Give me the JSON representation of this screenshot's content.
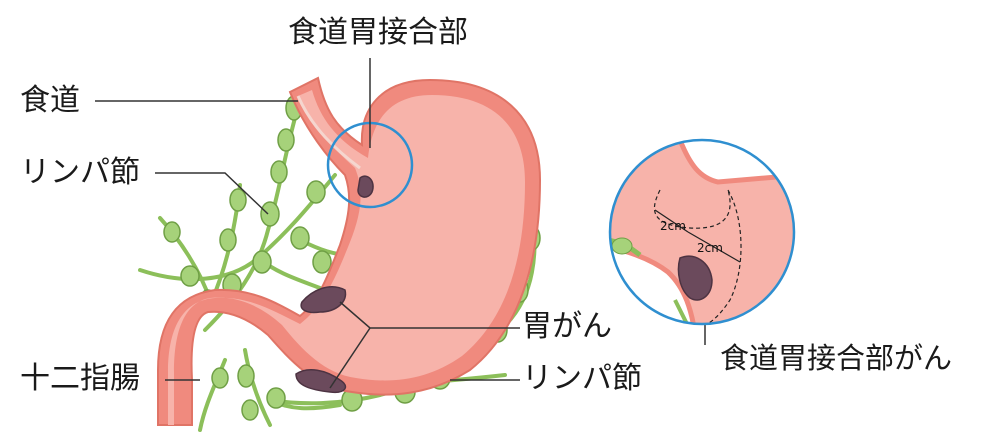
{
  "labels": {
    "ej_junction": "食道胃接合部",
    "esophagus": "食道",
    "lymph_node_upper": "リンパ節",
    "stomach_cancer": "胃がん",
    "lymph_node_lower": "リンパ節",
    "duodenum": "十二指腸",
    "ej_junction_cancer": "食道胃接合部がん"
  },
  "inset": {
    "measure_1": "2cm",
    "measure_2": "2cm"
  },
  "colors": {
    "stomach_fill": "#f5a9a0",
    "stomach_wall": "#f08a7e",
    "tumor": "#6b4a5c",
    "lymph": "#8cbf5a",
    "circle": "#2f8fd0",
    "leader": "#333333"
  }
}
